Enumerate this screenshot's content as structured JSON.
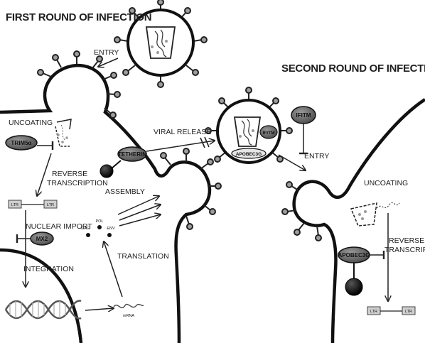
{
  "titles": {
    "first_round": "FIRST ROUND OF INFECTION",
    "second_round": "SECOND ROUND OF INFECTION"
  },
  "steps": {
    "entry_1": "ENTRY",
    "uncoating_1": "UNCOATING",
    "reverse_transcription_1_line1": "REVERSE",
    "reverse_transcription_1_line2": "TRANSCRIPTION",
    "nuclear_import": "NUCLEAR IMPORT",
    "integration": "INTEGRATION",
    "translation": "TRANSLATION",
    "assembly": "ASSEMBLY",
    "viral_release": "VIRAL RELEASE",
    "entry_2": "ENTRY",
    "uncoating_2": "UNCOATING",
    "reverse_transcription_2_line1": "REVERSE",
    "reverse_transcription_2_line2": "TRANSCRIPTION"
  },
  "factors": {
    "trim5a": "TRIM5α",
    "mx2": "MX2",
    "tetherin": "TETHERIN",
    "ifitm_virion": "IFITM",
    "apobec3g_virion": "APOBEC3G",
    "ifitm_membrane": "IFITM",
    "apobec3g_cell": "APOBEC3G"
  },
  "small_labels": {
    "ltr": "LTR",
    "gag": "GAG",
    "pol": "POL",
    "env": "ENV",
    "mrna": "mRNA"
  }
}
